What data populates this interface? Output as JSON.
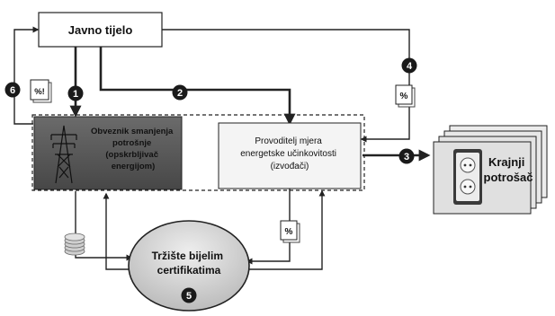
{
  "nodes": {
    "public_body": "Javno tijelo",
    "obligated_party": [
      "Obveznik smanjenja",
      "potrošnje",
      "(opskrbljivač",
      "energijom)"
    ],
    "provider": [
      "Provoditelj mjera",
      "energetske učinkovitosti",
      "(izvođači)"
    ],
    "end_consumer": [
      "Krajnji",
      "potrošač"
    ],
    "market": [
      "Tržište bijelim",
      "certifikatima"
    ]
  },
  "markers": [
    "1",
    "2",
    "3",
    "4",
    "5",
    "6"
  ],
  "documents": {
    "doc_obligation": "%!",
    "doc_percent": "%"
  },
  "icons": [
    "transmission-tower-icon",
    "power-outlet-icon",
    "coins-icon"
  ],
  "colors": {
    "dark_box": "#5a5a5a",
    "light_box": "#f4f4f4",
    "stroke": "#222222",
    "consumer_box": "#e6e6e6",
    "market_fill": "#d6d6d6",
    "marker": "#1a1a1a"
  }
}
